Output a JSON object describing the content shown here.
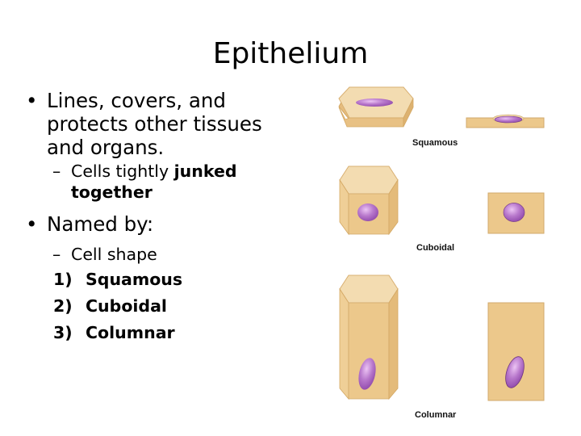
{
  "slide": {
    "title": "Epithelium",
    "bullets": [
      {
        "marker": "•",
        "lines": [
          "Lines, covers, and",
          "protects other tissues",
          "and organs."
        ],
        "sub": {
          "marker": "–",
          "text_plain": "Cells tightly ",
          "text_bold_1": "junked",
          "text_bold_2": "together"
        }
      },
      {
        "marker": "•",
        "text": "Named by:",
        "sub": {
          "marker": "–",
          "text": "Cell shape"
        },
        "numbered": [
          {
            "n": "1)",
            "text": "Squamous"
          },
          {
            "n": "2)",
            "text": "Cuboidal"
          },
          {
            "n": "3)",
            "text": "Columnar"
          }
        ]
      }
    ]
  },
  "figure": {
    "captions": {
      "squamous": "Squamous",
      "cuboidal": "Cuboidal",
      "columnar": "Columnar"
    },
    "colors": {
      "cell_face": "#ecc88b",
      "cell_top": "#f3dcb1",
      "cell_side": "#e4bb7a",
      "cell_edge": "#c9a266",
      "nucleus": "#b070c8",
      "nucleus_light": "#e2b8ee",
      "nucleus_edge": "#7a3f8c"
    }
  }
}
